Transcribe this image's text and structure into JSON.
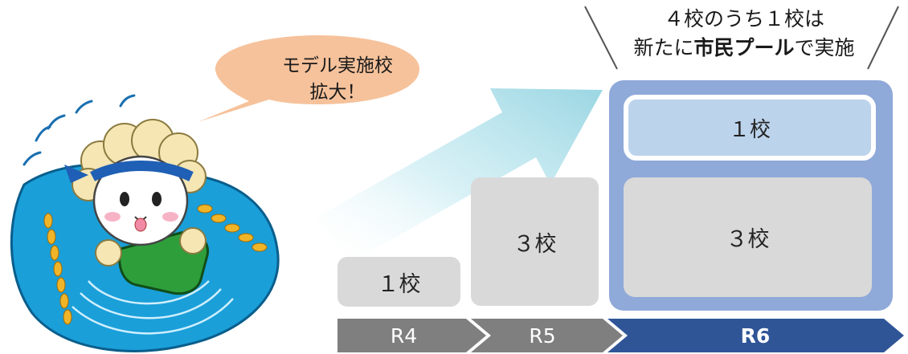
{
  "callout": {
    "line1": "モデル実施校",
    "line2": "拡大！"
  },
  "note": {
    "line1": "４校のうち１校は",
    "line2_prefix": "新たに",
    "line2_bold": "市民プール",
    "line2_suffix": "で実施"
  },
  "steps": [
    {
      "year": "R4",
      "count_label": "１校",
      "schools": 1
    },
    {
      "year": "R5",
      "count_label": "３校",
      "schools": 3
    },
    {
      "year": "R6",
      "count_label": "３校",
      "schools": 4,
      "new_pool_label": "１校"
    }
  ],
  "colors": {
    "callout_fill": "#f6c29b",
    "gray_box": "#d9d9d9",
    "r6_frame": "#8fa9d9",
    "r6_inner_new": "#bcd3ec",
    "timeline_gray": "#7f7f7f",
    "timeline_blue": "#2f5597",
    "growth_arrow": "#a7dbe6"
  },
  "icons": [
    "sheep-mascot-swimming-icon",
    "growth-arrow-icon"
  ]
}
